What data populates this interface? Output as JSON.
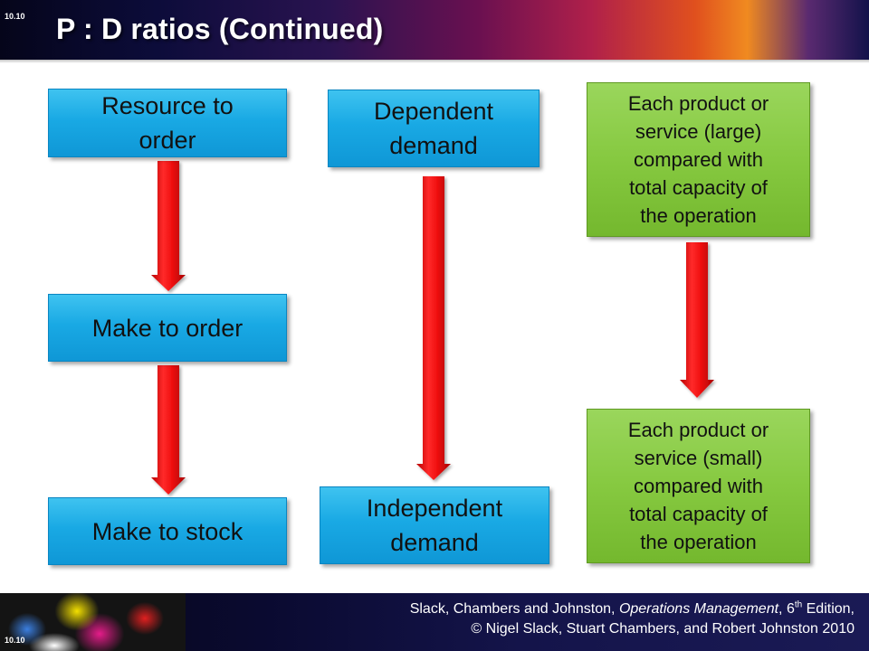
{
  "header": {
    "slide_number": "10.10",
    "title": "P : D ratios (Continued)"
  },
  "diagram": {
    "column_left": {
      "boxes": [
        {
          "lines": [
            "Resource to",
            "order"
          ]
        },
        {
          "lines": [
            "Make to order"
          ]
        },
        {
          "lines": [
            "Make to stock"
          ]
        }
      ]
    },
    "column_middle": {
      "boxes": [
        {
          "lines": [
            "Dependent",
            "demand"
          ]
        },
        {
          "lines": [
            "Independent",
            "demand"
          ]
        }
      ]
    },
    "column_right": {
      "boxes": [
        {
          "lines": [
            "Each product or",
            "service (large)",
            "compared with",
            "total capacity of",
            "the operation"
          ]
        },
        {
          "lines": [
            "Each product or",
            "service (small)",
            "compared with",
            "total capacity of",
            "the operation"
          ]
        }
      ]
    },
    "colors": {
      "box_blue": "#19a9e4",
      "box_green": "#86c940",
      "arrow_red": "#ee1111"
    }
  },
  "footer": {
    "slide_number": "10.10",
    "credit_line1_pre": "Slack, Chambers and Johnston, ",
    "credit_line1_italic": "Operations Management",
    "credit_line1_mid": ", 6",
    "credit_line1_sup": "th",
    "credit_line1_post": " Edition,",
    "credit_line2": "© Nigel Slack, Stuart Chambers, and Robert Johnston 2010"
  }
}
